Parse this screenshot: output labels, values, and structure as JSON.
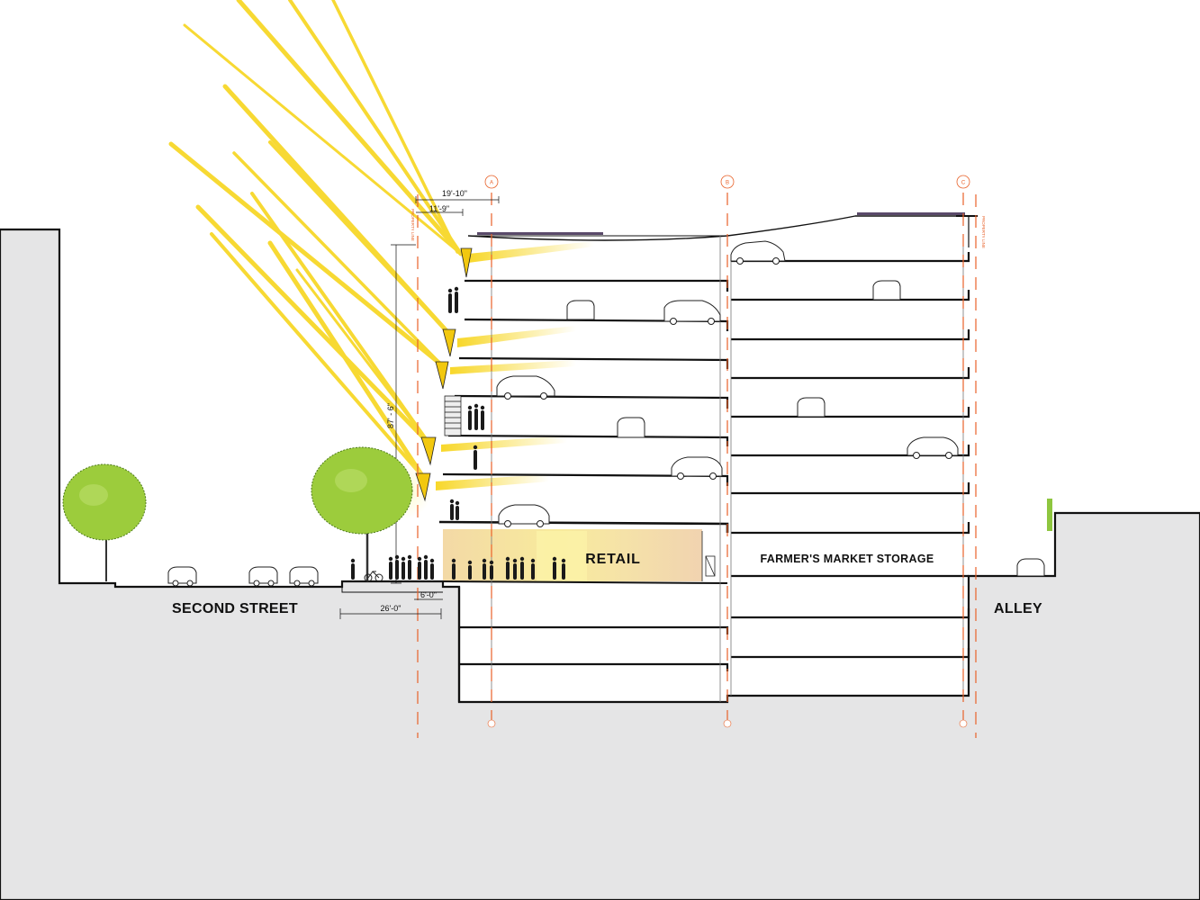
{
  "labels": {
    "second_street": "SECOND STREET",
    "alley": "ALLEY",
    "retail": "RETAIL",
    "farmers_market_storage": "FARMER'S MARKET STORAGE"
  },
  "dimensions": {
    "top_overall": "19'-10\"",
    "top_inner": "11'-9\"",
    "height": "87' - 6\"",
    "sidewalk_overall": "26'-0\"",
    "sidewalk_inner": "6'-0\""
  },
  "grid_lines": [
    "A",
    "B",
    "C"
  ],
  "property_line_label": "PROPERTY LINE",
  "colors": {
    "ground": "#e5e5e6",
    "sun_ray": "#f7d51e",
    "grid_line": "#e8622a",
    "tree": "#9ccc3c",
    "retail_glow": "#f5dfa0"
  }
}
